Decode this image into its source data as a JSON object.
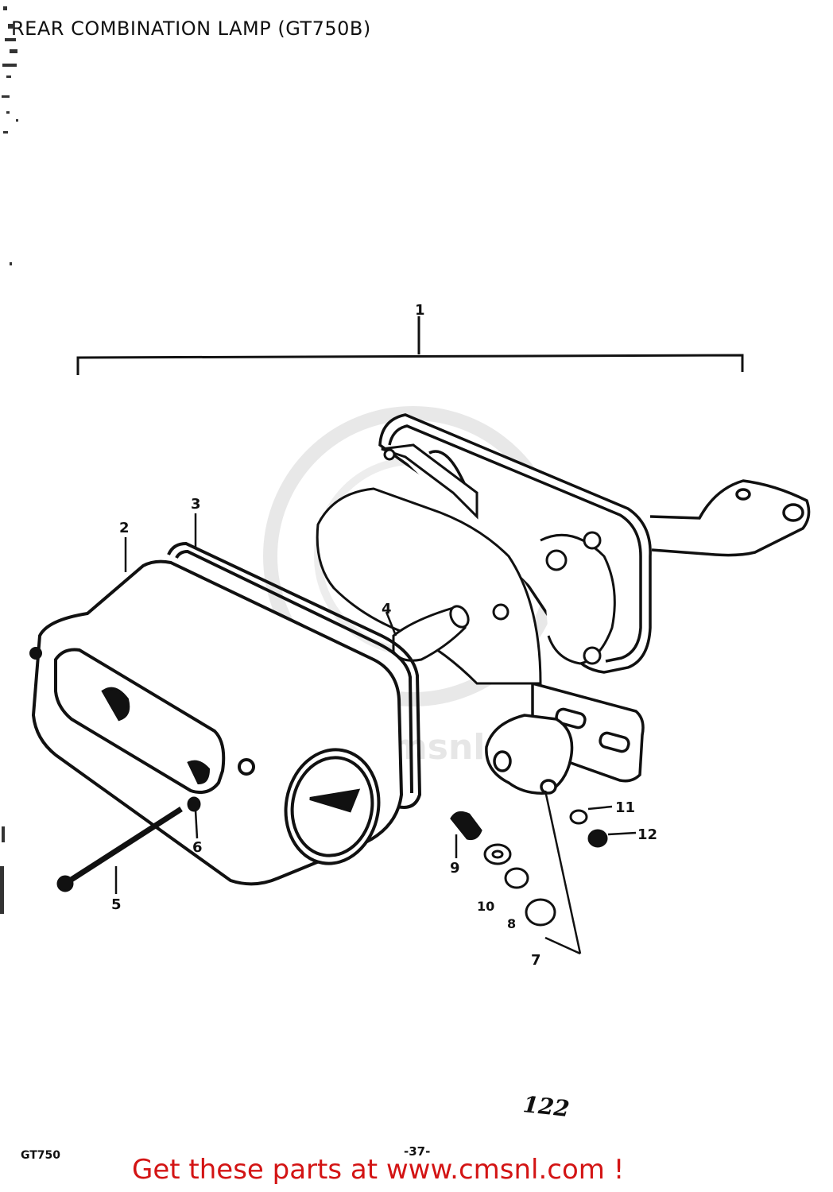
{
  "title": "REAR COMBINATION LAMP (GT750B)",
  "footer_link": "Get these parts at www.cmsnl.com !",
  "page_code": "GT750",
  "page_number": "-37-",
  "figure_number": "122",
  "watermark": "www.cmsnl.com",
  "callouts": {
    "c1": "1",
    "c2": "2",
    "c3": "3",
    "c4": "4",
    "c5": "5",
    "c6": "6",
    "c7": "7",
    "c8": "8",
    "c9": "9",
    "c10": "10",
    "c11": "11",
    "c12": "12"
  },
  "colors": {
    "ink": "#111111",
    "footer": "#d31414",
    "watermark": "#e6e6e6"
  }
}
